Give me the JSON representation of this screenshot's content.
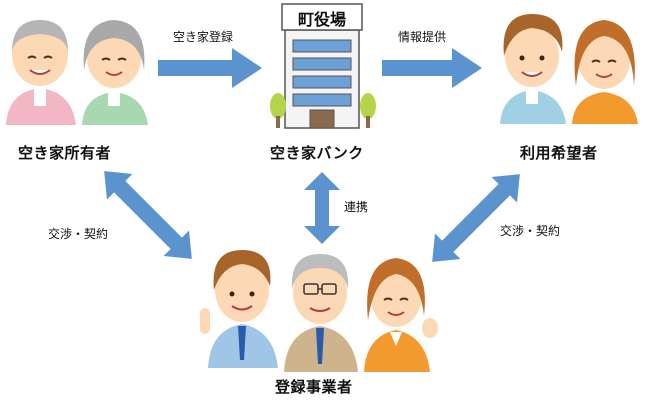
{
  "nodes": {
    "owner": {
      "label": "空き家所有者"
    },
    "bank": {
      "label": "空き家バンク",
      "building_sign": "町役場"
    },
    "seeker": {
      "label": "利用希望者"
    },
    "business": {
      "label": "登録事業者"
    }
  },
  "edges": {
    "owner_to_bank": {
      "label": "空き家登録"
    },
    "bank_to_seeker": {
      "label": "情報提供"
    },
    "bank_business": {
      "label": "連携"
    },
    "owner_business": {
      "label": "交渉・契約"
    },
    "seeker_business": {
      "label": "交渉・契約"
    }
  },
  "colors": {
    "arrow": "#5b93cf",
    "skin": "#fcd8b4",
    "shirt_blue": "#9fd0e3",
    "shirt_pink": "#f2b6c4",
    "shirt_green": "#a8d8b0",
    "shirt_orange": "#f29a2e"
  }
}
